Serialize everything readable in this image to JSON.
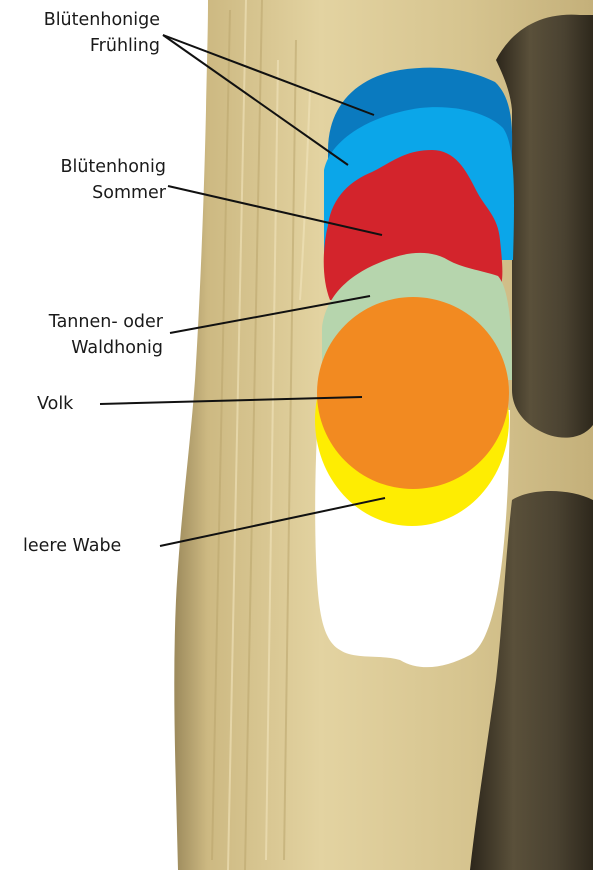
{
  "labels": {
    "spring_honey": {
      "line1": "Blütenhonige",
      "line2": "Frühling"
    },
    "summer_honey": {
      "line1": "Blütenhonig",
      "line2": "Sommer"
    },
    "fir_honey": {
      "line1": "Tannen- oder",
      "line2": "Waldhonig"
    },
    "colony": "Volk",
    "empty_comb": "leere Wabe"
  },
  "colors": {
    "spring_honey_dark": "#0A7ABF",
    "spring_honey_light": "#0BA6E9",
    "summer_honey": "#D3242C",
    "fir_honey": "#B6D5AD",
    "colony": "#F28A21",
    "empty_comb_border": "#FEED02",
    "empty_comb": "#FFFFFF",
    "tree_bark": "#D8C690",
    "hollow_shadow": "#4A4231"
  }
}
